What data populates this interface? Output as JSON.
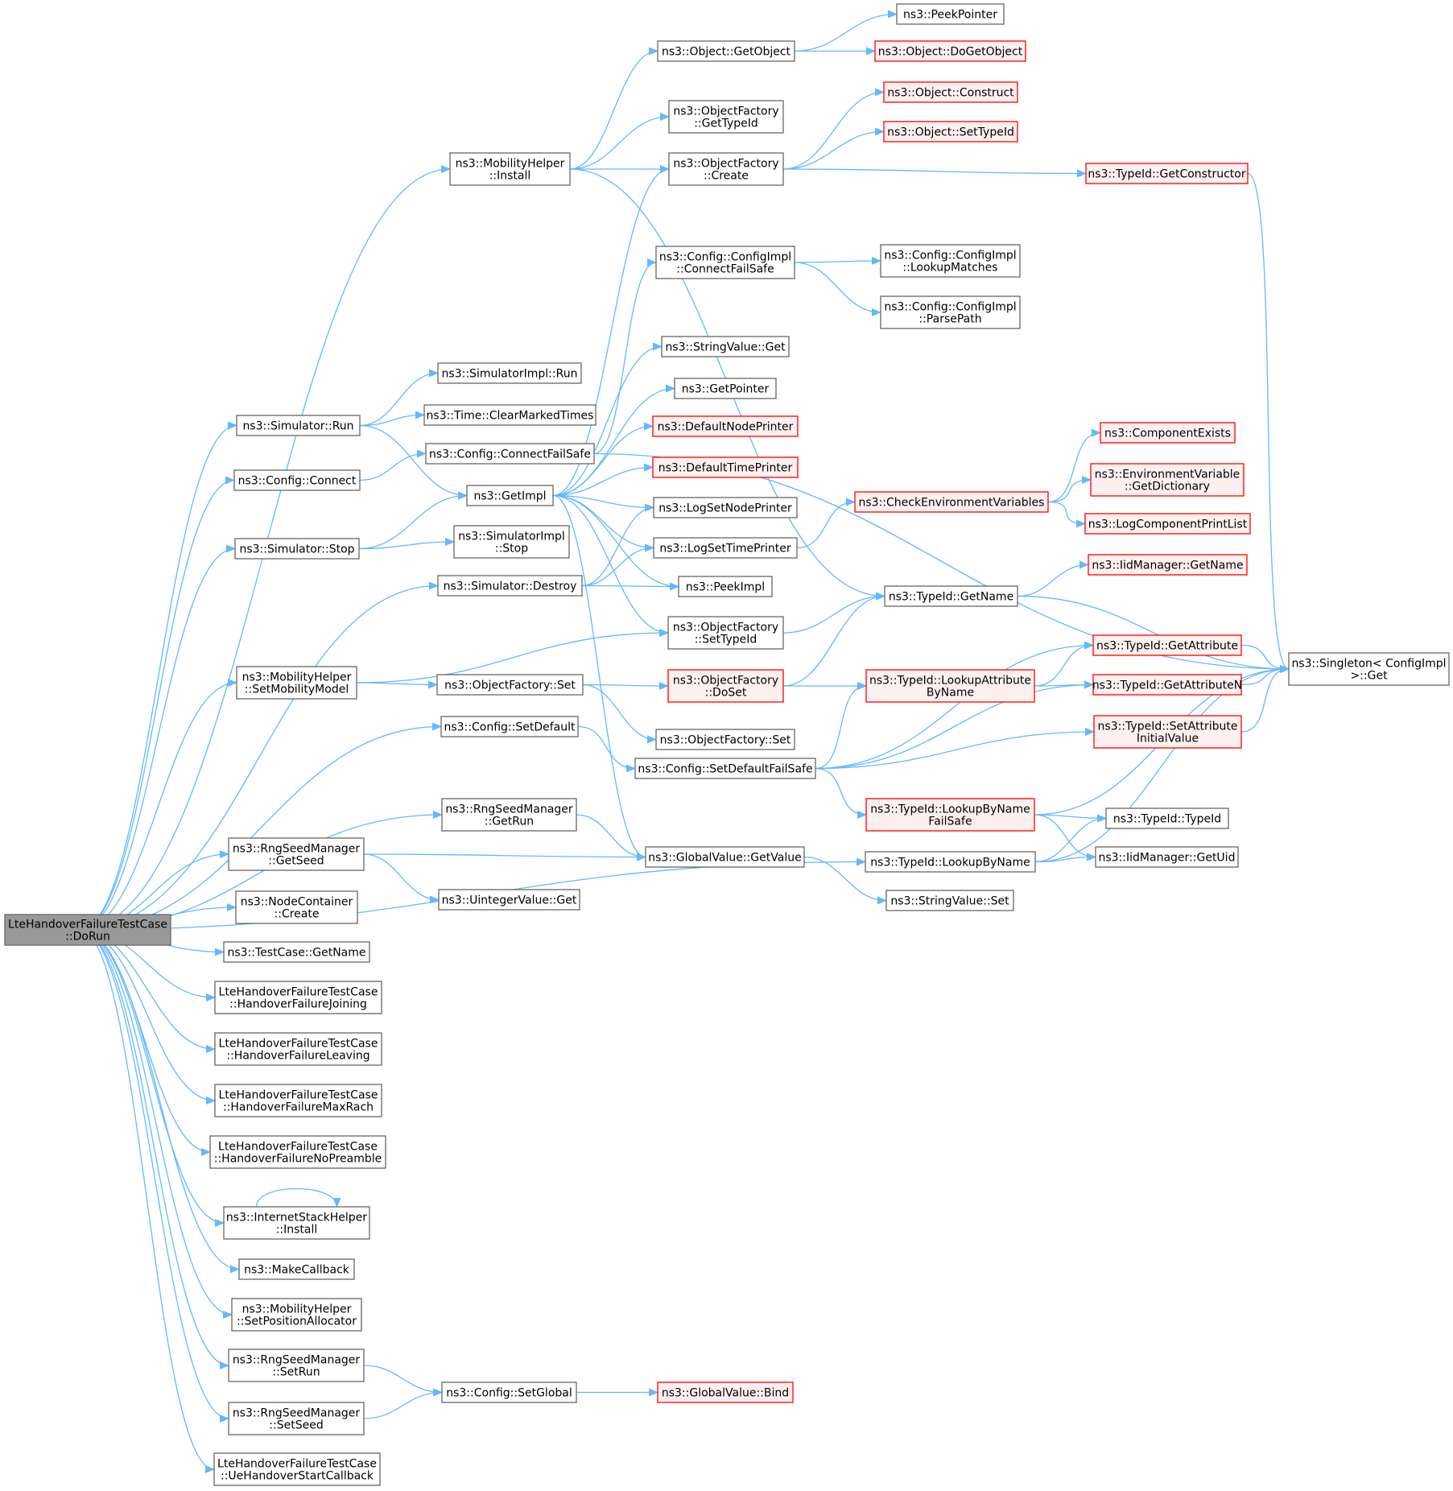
{
  "colors": {
    "edge": "#63b8ff",
    "node_border": "#666666",
    "node_fill": "#ffffff",
    "root_fill": "#999999",
    "red_border": "#ff0000",
    "red_fill": "#fff0f0"
  },
  "nodes": [
    {
      "id": "doRun",
      "lines": [
        "LteHandoverFailureTestCase",
        "::DoRun"
      ],
      "style": "root"
    },
    {
      "id": "peekPointer",
      "lines": [
        "ns3::PeekPointer"
      ],
      "style": "normal"
    },
    {
      "id": "objGetObject",
      "lines": [
        "ns3::Object::GetObject"
      ],
      "style": "normal"
    },
    {
      "id": "objDoGetObject",
      "lines": [
        "ns3::Object::DoGetObject"
      ],
      "style": "red"
    },
    {
      "id": "objConstruct",
      "lines": [
        "ns3::Object::Construct"
      ],
      "style": "red"
    },
    {
      "id": "ofGetTypeId",
      "lines": [
        "ns3::ObjectFactory",
        "::GetTypeId"
      ],
      "style": "normal"
    },
    {
      "id": "objSetTypeId",
      "lines": [
        "ns3::Object::SetTypeId"
      ],
      "style": "red"
    },
    {
      "id": "mhInstall",
      "lines": [
        "ns3::MobilityHelper",
        "::Install"
      ],
      "style": "normal"
    },
    {
      "id": "ofCreate",
      "lines": [
        "ns3::ObjectFactory",
        "::Create"
      ],
      "style": "normal"
    },
    {
      "id": "tidGetConstructor",
      "lines": [
        "ns3::TypeId::GetConstructor"
      ],
      "style": "red"
    },
    {
      "id": "ciConnectFailSafe",
      "lines": [
        "ns3::Config::ConfigImpl",
        "::ConnectFailSafe"
      ],
      "style": "normal"
    },
    {
      "id": "ciLookupMatches",
      "lines": [
        "ns3::Config::ConfigImpl",
        "::LookupMatches"
      ],
      "style": "normal"
    },
    {
      "id": "ciParsePath",
      "lines": [
        "ns3::Config::ConfigImpl",
        "::ParsePath"
      ],
      "style": "normal"
    },
    {
      "id": "svGet",
      "lines": [
        "ns3::StringValue::Get"
      ],
      "style": "normal"
    },
    {
      "id": "siRun",
      "lines": [
        "ns3::SimulatorImpl::Run"
      ],
      "style": "normal"
    },
    {
      "id": "getPointer",
      "lines": [
        "ns3::GetPointer"
      ],
      "style": "normal"
    },
    {
      "id": "simRun",
      "lines": [
        "ns3::Simulator::Run"
      ],
      "style": "normal"
    },
    {
      "id": "clearMarked",
      "lines": [
        "ns3::Time::ClearMarkedTimes"
      ],
      "style": "normal"
    },
    {
      "id": "defNodePrinter",
      "lines": [
        "ns3::DefaultNodePrinter"
      ],
      "style": "red"
    },
    {
      "id": "compExists",
      "lines": [
        "ns3::ComponentExists"
      ],
      "style": "red"
    },
    {
      "id": "cfgConnectFailSafe",
      "lines": [
        "ns3::Config::ConnectFailSafe"
      ],
      "style": "normal"
    },
    {
      "id": "defTimePrinter",
      "lines": [
        "ns3::DefaultTimePrinter"
      ],
      "style": "red"
    },
    {
      "id": "envGetDict",
      "lines": [
        "ns3::EnvironmentVariable",
        "::GetDictionary"
      ],
      "style": "red"
    },
    {
      "id": "cfgConnect",
      "lines": [
        "ns3::Config::Connect"
      ],
      "style": "normal"
    },
    {
      "id": "getImpl",
      "lines": [
        "ns3::GetImpl"
      ],
      "style": "normal"
    },
    {
      "id": "checkEnv",
      "lines": [
        "ns3::CheckEnvironmentVariables"
      ],
      "style": "red"
    },
    {
      "id": "logSetNodePrinter",
      "lines": [
        "ns3::LogSetNodePrinter"
      ],
      "style": "normal"
    },
    {
      "id": "logCompPrintList",
      "lines": [
        "ns3::LogComponentPrintList"
      ],
      "style": "red"
    },
    {
      "id": "simStop",
      "lines": [
        "ns3::Simulator::Stop"
      ],
      "style": "normal"
    },
    {
      "id": "siStop",
      "lines": [
        "ns3::SimulatorImpl",
        "::Stop"
      ],
      "style": "normal"
    },
    {
      "id": "logSetTimePrinter",
      "lines": [
        "ns3::LogSetTimePrinter"
      ],
      "style": "normal"
    },
    {
      "id": "iidGetName",
      "lines": [
        "ns3::IidManager::GetName"
      ],
      "style": "red"
    },
    {
      "id": "simDestroy",
      "lines": [
        "ns3::Simulator::Destroy"
      ],
      "style": "normal"
    },
    {
      "id": "peekImpl",
      "lines": [
        "ns3::PeekImpl"
      ],
      "style": "normal"
    },
    {
      "id": "tidGetName",
      "lines": [
        "ns3::TypeId::GetName"
      ],
      "style": "normal"
    },
    {
      "id": "ofSetTypeId",
      "lines": [
        "ns3::ObjectFactory",
        "::SetTypeId"
      ],
      "style": "normal"
    },
    {
      "id": "tidGetAttribute",
      "lines": [
        "ns3::TypeId::GetAttribute"
      ],
      "style": "red"
    },
    {
      "id": "singletonGet",
      "lines": [
        "ns3::Singleton< ConfigImpl",
        ">::Get"
      ],
      "style": "normal"
    },
    {
      "id": "mhSetMobility",
      "lines": [
        "ns3::MobilityHelper",
        "::SetMobilityModel"
      ],
      "style": "normal"
    },
    {
      "id": "ofSet",
      "lines": [
        "ns3::ObjectFactory::Set"
      ],
      "style": "normal"
    },
    {
      "id": "ofDoSet",
      "lines": [
        "ns3::ObjectFactory",
        "::DoSet"
      ],
      "style": "red"
    },
    {
      "id": "tidLookupAttr",
      "lines": [
        "ns3::TypeId::LookupAttribute",
        "ByName"
      ],
      "style": "red"
    },
    {
      "id": "tidGetAttributeN",
      "lines": [
        "ns3::TypeId::GetAttributeN"
      ],
      "style": "red"
    },
    {
      "id": "cfgSetDefault",
      "lines": [
        "ns3::Config::SetDefault"
      ],
      "style": "normal"
    },
    {
      "id": "ofSet2",
      "lines": [
        "ns3::ObjectFactory::Set"
      ],
      "style": "normal"
    },
    {
      "id": "tidSetAttrInit",
      "lines": [
        "ns3::TypeId::SetAttribute",
        "InitialValue"
      ],
      "style": "red"
    },
    {
      "id": "cfgSetDefaultFS",
      "lines": [
        "ns3::Config::SetDefaultFailSafe"
      ],
      "style": "normal"
    },
    {
      "id": "rsmGetRun",
      "lines": [
        "ns3::RngSeedManager",
        "::GetRun"
      ],
      "style": "normal"
    },
    {
      "id": "tidLookupByNameFS",
      "lines": [
        "ns3::TypeId::LookupByName",
        "FailSafe"
      ],
      "style": "red"
    },
    {
      "id": "tidTypeId",
      "lines": [
        "ns3::TypeId::TypeId"
      ],
      "style": "normal"
    },
    {
      "id": "rsmGetSeed",
      "lines": [
        "ns3::RngSeedManager",
        "::GetSeed"
      ],
      "style": "normal"
    },
    {
      "id": "gvGetValue",
      "lines": [
        "ns3::GlobalValue::GetValue"
      ],
      "style": "normal"
    },
    {
      "id": "tidLookupByName",
      "lines": [
        "ns3::TypeId::LookupByName"
      ],
      "style": "normal"
    },
    {
      "id": "iidGetUid",
      "lines": [
        "ns3::IidManager::GetUid"
      ],
      "style": "normal"
    },
    {
      "id": "uvGet",
      "lines": [
        "ns3::UintegerValue::Get"
      ],
      "style": "normal"
    },
    {
      "id": "svSet",
      "lines": [
        "ns3::StringValue::Set"
      ],
      "style": "normal"
    },
    {
      "id": "ncCreate",
      "lines": [
        "ns3::NodeContainer",
        "::Create"
      ],
      "style": "normal"
    },
    {
      "id": "tcGetName",
      "lines": [
        "ns3::TestCase::GetName"
      ],
      "style": "normal"
    },
    {
      "id": "hfJoining",
      "lines": [
        "LteHandoverFailureTestCase",
        "::HandoverFailureJoining"
      ],
      "style": "normal"
    },
    {
      "id": "hfLeaving",
      "lines": [
        "LteHandoverFailureTestCase",
        "::HandoverFailureLeaving"
      ],
      "style": "normal"
    },
    {
      "id": "hfMaxRach",
      "lines": [
        "LteHandoverFailureTestCase",
        "::HandoverFailureMaxRach"
      ],
      "style": "normal"
    },
    {
      "id": "hfNoPreamble",
      "lines": [
        "LteHandoverFailureTestCase",
        "::HandoverFailureNoPreamble"
      ],
      "style": "normal"
    },
    {
      "id": "ishInstall",
      "lines": [
        "ns3::InternetStackHelper",
        "::Install"
      ],
      "style": "normal"
    },
    {
      "id": "makeCallback",
      "lines": [
        "ns3::MakeCallback"
      ],
      "style": "normal"
    },
    {
      "id": "mhSetPosAlloc",
      "lines": [
        "ns3::MobilityHelper",
        "::SetPositionAllocator"
      ],
      "style": "normal"
    },
    {
      "id": "rsmSetRun",
      "lines": [
        "ns3::RngSeedManager",
        "::SetRun"
      ],
      "style": "normal"
    },
    {
      "id": "cfgSetGlobal",
      "lines": [
        "ns3::Config::SetGlobal"
      ],
      "style": "normal"
    },
    {
      "id": "gvBind",
      "lines": [
        "ns3::GlobalValue::Bind"
      ],
      "style": "red"
    },
    {
      "id": "rsmSetSeed",
      "lines": [
        "ns3::RngSeedManager",
        "::SetSeed"
      ],
      "style": "normal"
    },
    {
      "id": "ueHoStart",
      "lines": [
        "LteHandoverFailureTestCase",
        "::UeHandoverStartCallback"
      ],
      "style": "normal"
    }
  ],
  "edges": [
    [
      "doRun",
      "mhInstall"
    ],
    [
      "doRun",
      "simRun"
    ],
    [
      "doRun",
      "cfgConnect"
    ],
    [
      "doRun",
      "simStop"
    ],
    [
      "doRun",
      "simDestroy"
    ],
    [
      "doRun",
      "mhSetMobility"
    ],
    [
      "doRun",
      "cfgSetDefault"
    ],
    [
      "doRun",
      "tidLookupByName"
    ],
    [
      "doRun",
      "rsmGetRun"
    ],
    [
      "doRun",
      "rsmGetSeed"
    ],
    [
      "doRun",
      "ncCreate"
    ],
    [
      "doRun",
      "tcGetName"
    ],
    [
      "doRun",
      "hfJoining"
    ],
    [
      "doRun",
      "hfLeaving"
    ],
    [
      "doRun",
      "hfMaxRach"
    ],
    [
      "doRun",
      "hfNoPreamble"
    ],
    [
      "doRun",
      "ishInstall"
    ],
    [
      "doRun",
      "makeCallback"
    ],
    [
      "doRun",
      "mhSetPosAlloc"
    ],
    [
      "doRun",
      "rsmSetRun"
    ],
    [
      "doRun",
      "rsmSetSeed"
    ],
    [
      "doRun",
      "ueHoStart"
    ],
    [
      "objGetObject",
      "peekPointer"
    ],
    [
      "objGetObject",
      "objDoGetObject"
    ],
    [
      "mhInstall",
      "objGetObject"
    ],
    [
      "mhInstall",
      "ofGetTypeId"
    ],
    [
      "mhInstall",
      "ofCreate"
    ],
    [
      "mhInstall",
      "tidGetName"
    ],
    [
      "ofCreate",
      "objConstruct"
    ],
    [
      "ofCreate",
      "objSetTypeId"
    ],
    [
      "ofCreate",
      "tidGetConstructor"
    ],
    [
      "tidGetConstructor",
      "singletonGet"
    ],
    [
      "ciConnectFailSafe",
      "ciLookupMatches"
    ],
    [
      "ciConnectFailSafe",
      "ciParsePath"
    ],
    [
      "simRun",
      "siRun"
    ],
    [
      "simRun",
      "clearMarked"
    ],
    [
      "simRun",
      "getImpl"
    ],
    [
      "cfgConnect",
      "cfgConnectFailSafe"
    ],
    [
      "cfgConnectFailSafe",
      "ciConnectFailSafe"
    ],
    [
      "cfgConnectFailSafe",
      "singletonGet"
    ],
    [
      "getImpl",
      "ofCreate"
    ],
    [
      "getImpl",
      "svGet"
    ],
    [
      "getImpl",
      "getPointer"
    ],
    [
      "getImpl",
      "defNodePrinter"
    ],
    [
      "getImpl",
      "defTimePrinter"
    ],
    [
      "getImpl",
      "logSetNodePrinter"
    ],
    [
      "getImpl",
      "logSetTimePrinter"
    ],
    [
      "getImpl",
      "peekImpl"
    ],
    [
      "getImpl",
      "ofSetTypeId"
    ],
    [
      "getImpl",
      "gvGetValue"
    ],
    [
      "simStop",
      "getImpl"
    ],
    [
      "simStop",
      "siStop"
    ],
    [
      "simDestroy",
      "logSetNodePrinter"
    ],
    [
      "simDestroy",
      "logSetTimePrinter"
    ],
    [
      "simDestroy",
      "peekImpl"
    ],
    [
      "logSetTimePrinter",
      "checkEnv"
    ],
    [
      "checkEnv",
      "compExists"
    ],
    [
      "checkEnv",
      "envGetDict"
    ],
    [
      "checkEnv",
      "logCompPrintList"
    ],
    [
      "tidGetName",
      "iidGetName"
    ],
    [
      "tidGetName",
      "singletonGet"
    ],
    [
      "ofSetTypeId",
      "tidGetName"
    ],
    [
      "mhSetMobility",
      "ofSetTypeId"
    ],
    [
      "mhSetMobility",
      "ofSet"
    ],
    [
      "ofSet",
      "ofDoSet"
    ],
    [
      "ofSet",
      "ofSet2"
    ],
    [
      "ofDoSet",
      "tidGetName"
    ],
    [
      "ofDoSet",
      "tidLookupAttr"
    ],
    [
      "tidLookupAttr",
      "tidGetAttribute"
    ],
    [
      "tidLookupAttr",
      "tidGetAttributeN"
    ],
    [
      "tidGetAttribute",
      "singletonGet"
    ],
    [
      "tidGetAttributeN",
      "singletonGet"
    ],
    [
      "tidSetAttrInit",
      "singletonGet"
    ],
    [
      "cfgSetDefault",
      "cfgSetDefaultFS"
    ],
    [
      "cfgSetDefaultFS",
      "tidGetAttribute"
    ],
    [
      "cfgSetDefaultFS",
      "tidLookupAttr"
    ],
    [
      "cfgSetDefaultFS",
      "tidGetAttributeN"
    ],
    [
      "cfgSetDefaultFS",
      "tidSetAttrInit"
    ],
    [
      "cfgSetDefaultFS",
      "tidLookupByNameFS"
    ],
    [
      "tidLookupByNameFS",
      "singletonGet"
    ],
    [
      "tidLookupByNameFS",
      "tidTypeId"
    ],
    [
      "tidLookupByNameFS",
      "iidGetUid"
    ],
    [
      "tidLookupByName",
      "tidTypeId"
    ],
    [
      "tidLookupByName",
      "iidGetUid"
    ],
    [
      "tidLookupByName",
      "singletonGet"
    ],
    [
      "rsmGetRun",
      "gvGetValue"
    ],
    [
      "rsmGetSeed",
      "gvGetValue"
    ],
    [
      "rsmGetSeed",
      "uvGet"
    ],
    [
      "gvGetValue",
      "svSet"
    ],
    [
      "ishInstall",
      "ishInstall"
    ],
    [
      "rsmSetRun",
      "cfgSetGlobal"
    ],
    [
      "rsmSetSeed",
      "cfgSetGlobal"
    ],
    [
      "cfgSetGlobal",
      "gvBind"
    ]
  ]
}
